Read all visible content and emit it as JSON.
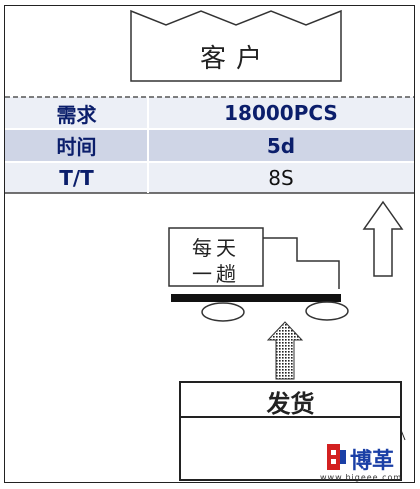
{
  "customer": {
    "label": "客户"
  },
  "table": {
    "rows": [
      {
        "label": "需求",
        "value": "18000PCS"
      },
      {
        "label": "时间",
        "value": "5d"
      },
      {
        "label": "T/T",
        "value": "8S"
      }
    ]
  },
  "truck": {
    "label_line1": "每天",
    "label_line2": "一趟"
  },
  "shipping": {
    "label": "发货"
  },
  "watermark": {
    "brand": "博革",
    "url": "www.bigeee.com"
  },
  "colors": {
    "table_row_a": "#eceff6",
    "table_row_b": "#cfd5e6",
    "text": "#0b1e6b"
  }
}
